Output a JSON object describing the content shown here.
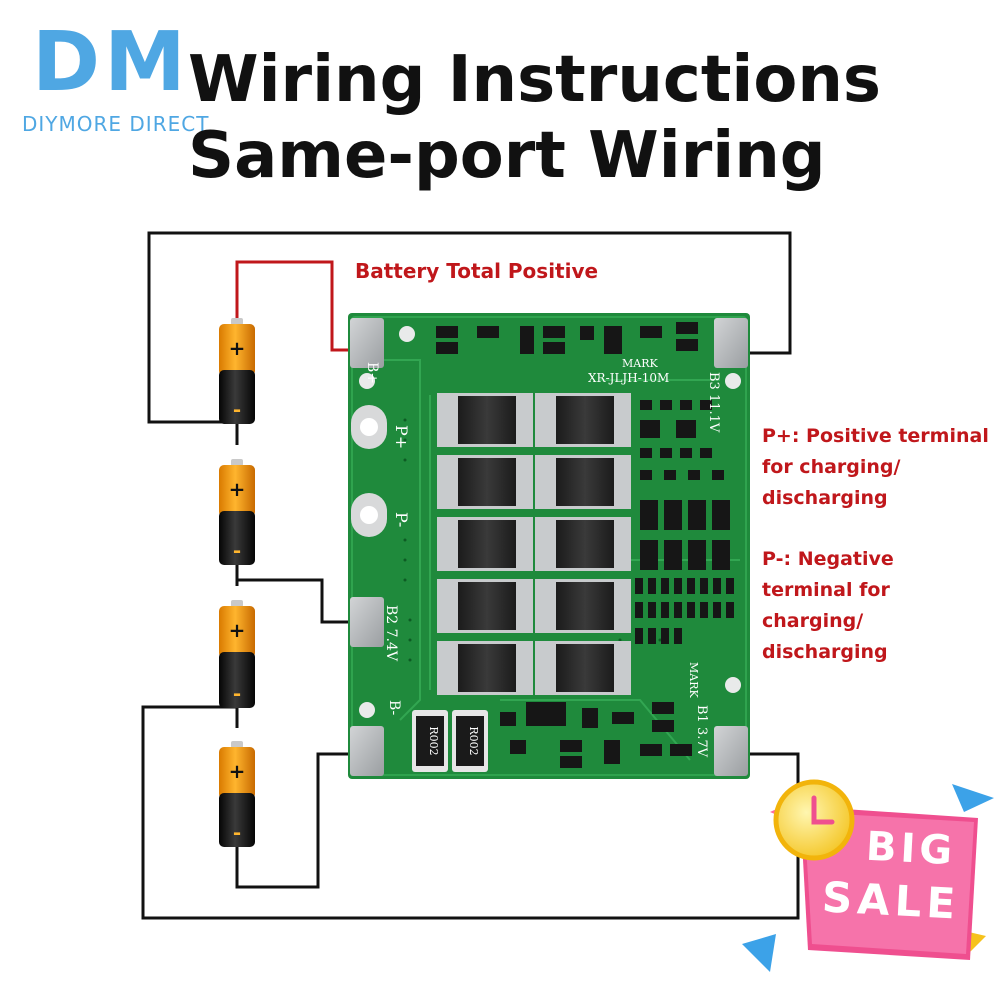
{
  "brand": {
    "logo": "DM",
    "name": "DIYMORE DIRECT"
  },
  "title": {
    "line1": "Wiring Instructions",
    "line2": "Same-port Wiring"
  },
  "labels": {
    "battery_total_positive": "Battery Total Positive",
    "p_plus_lines": [
      "P+: Positive terminal",
      "for charging/",
      "discharging"
    ],
    "p_minus_lines": [
      "P-: Negative",
      "terminal for",
      "charging/",
      "discharging"
    ]
  },
  "battery": {
    "plus": "+",
    "minus": "-"
  },
  "board": {
    "pads": {
      "b_plus": "B+",
      "p_plus": "P+",
      "p_minus": "P-",
      "b2": "B2 7.4V",
      "b_minus": "B-",
      "b3": "B3 11.1V",
      "b1": "B1 3.7V"
    },
    "silk": {
      "mark_top": "MARK",
      "model": "XR-JLJH-10M",
      "mark_side": "MARK",
      "resistor1": "R002",
      "resistor2": "R002"
    },
    "colors": {
      "pcb": "#1f8a3c",
      "pad": "#b9bcbe"
    }
  },
  "sale": {
    "line1": "BIG",
    "line2": "SALE"
  }
}
